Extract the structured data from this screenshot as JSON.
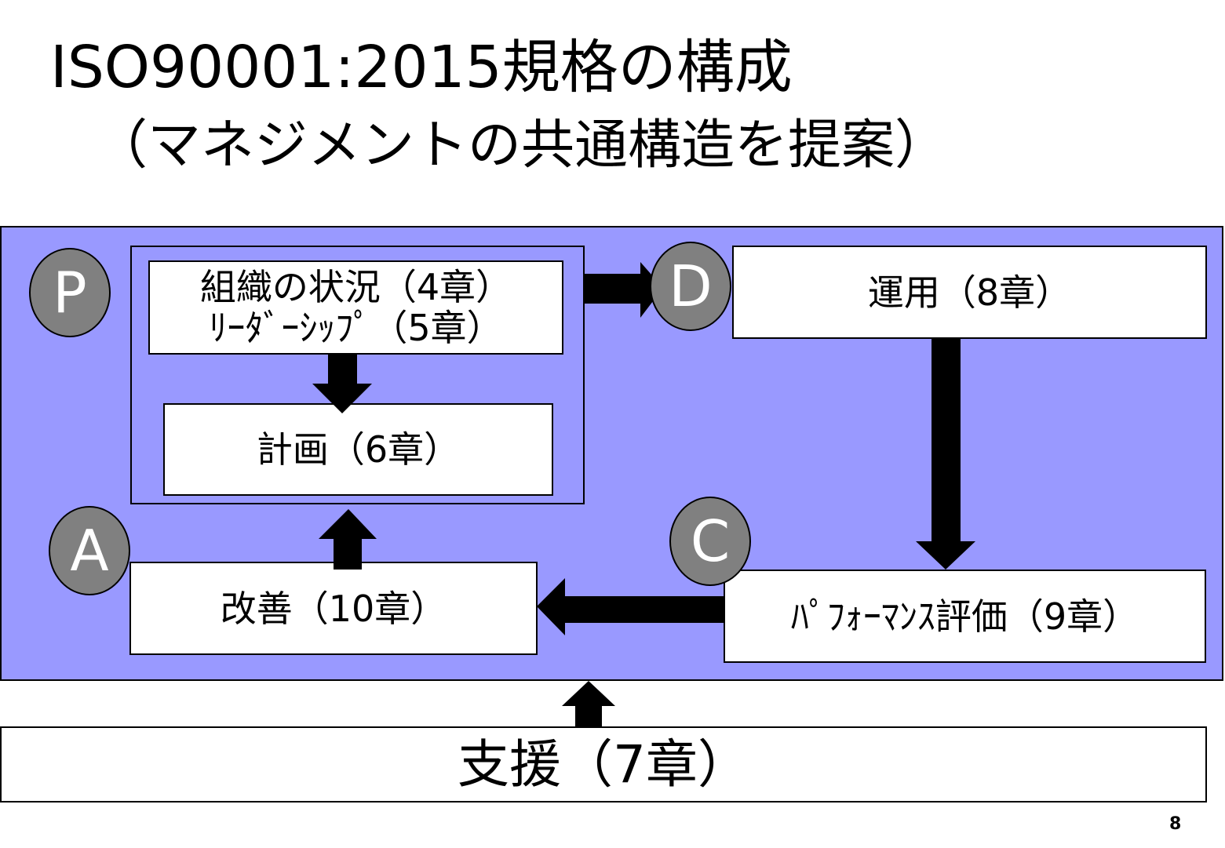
{
  "title": {
    "line1": "ISO90001:2015規格の構成",
    "line2": "（マネジメントの共通構造を提案）"
  },
  "diagram": {
    "phase_p": "P",
    "phase_d": "D",
    "phase_c": "C",
    "phase_a": "A",
    "context_box": {
      "line1": "組織の状況（4章）",
      "line2": "ﾘｰﾀﾞｰｼｯﾌﾟ（5章）"
    },
    "planning_box": "計画（6章）",
    "operation_box": "運用（8章）",
    "evaluation_box": "ﾊﾟﾌｫｰﾏﾝｽ評価（9章）",
    "improvement_box": "改善（10章）",
    "support_box": "支援（7章）"
  },
  "page_number": "8",
  "colors": {
    "panel_background": "#9999ff",
    "phase_circle": "#808080",
    "arrow": "#000000"
  }
}
